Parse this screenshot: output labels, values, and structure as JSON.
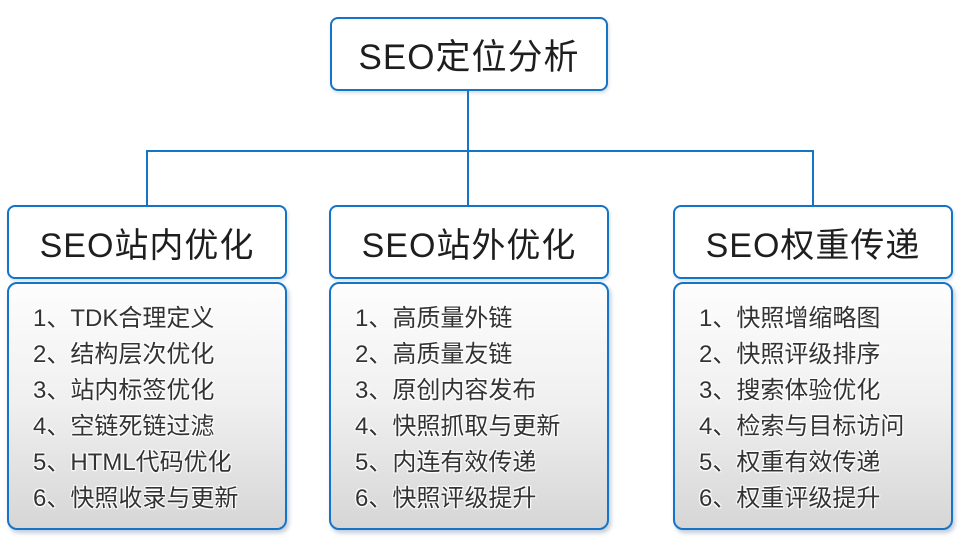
{
  "diagram": {
    "root": {
      "title": "SEO定位分析"
    },
    "branches": [
      {
        "title": "SEO站内优化",
        "items": [
          "1、TDK合理定义",
          "2、结构层次优化",
          "3、站内标签优化",
          "4、空链死链过滤",
          "5、HTML代码优化",
          "6、快照收录与更新"
        ]
      },
      {
        "title": "SEO站外优化",
        "items": [
          "1、高质量外链",
          "2、高质量友链",
          "3、原创内容发布",
          "4、快照抓取与更新",
          "5、内连有效传递",
          "6、快照评级提升"
        ]
      },
      {
        "title": "SEO权重传递",
        "items": [
          "1、快照增缩略图",
          "2、快照评级排序",
          "3、搜索体验优化",
          "4、检索与目标访问",
          "5、权重有效传递",
          "6、权重评级提升"
        ]
      }
    ],
    "colors": {
      "accent_blue": "#1474c8",
      "node_background": "#ffffff",
      "list_gradient_top": "#fdfdfd",
      "list_gradient_bottom": "#d6d6d6",
      "text_dark": "#1e1e1e",
      "list_text": "#333333"
    }
  }
}
